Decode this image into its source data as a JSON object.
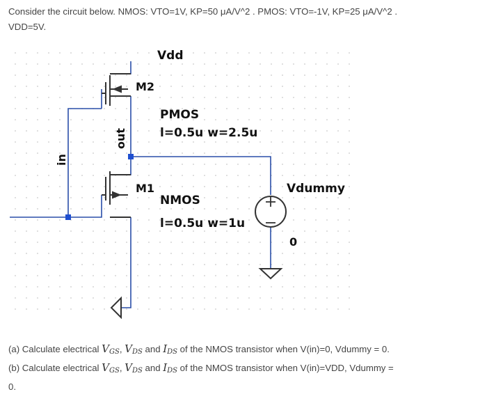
{
  "prompt": {
    "line1": "Consider the circuit below. NMOS: VTO=1V, KP=50 μA/V^2 . PMOS: VTO=-1V, KP=25 μA/V^2 .",
    "line2": "VDD=5V."
  },
  "schematic": {
    "labels": {
      "vdd": "Vdd",
      "m2": "M2",
      "pmos_model": "PMOS",
      "pmos_params": "l=0.5u w=2.5u",
      "out": "out",
      "in": "in",
      "m1": "M1",
      "nmos_model": "NMOS",
      "nmos_params": "l=0.5u w=1u",
      "vdummy": "Vdummy",
      "ground_node": "0"
    },
    "colors": {
      "wire": "#2a4ea8",
      "component": "#333333",
      "node_dot": "#1f4fd0",
      "grid_dot": "#c8c8c8"
    }
  },
  "questions": {
    "a": {
      "prefix": "(a) Calculate electrical ",
      "v": "V",
      "gs": "GS",
      "ds": "DS",
      "i": "I",
      "and": " and ",
      "suffix": " of the NMOS transistor when V(in)=0, Vdummy = 0."
    },
    "b": {
      "prefix": "(b) Calculate electrical ",
      "v": "V",
      "gs": "GS",
      "ds": "DS",
      "i": "I",
      "and": " and ",
      "suffix": " of the NMOS transistor when V(in)=VDD, Vdummy =",
      "cont": "0."
    }
  }
}
